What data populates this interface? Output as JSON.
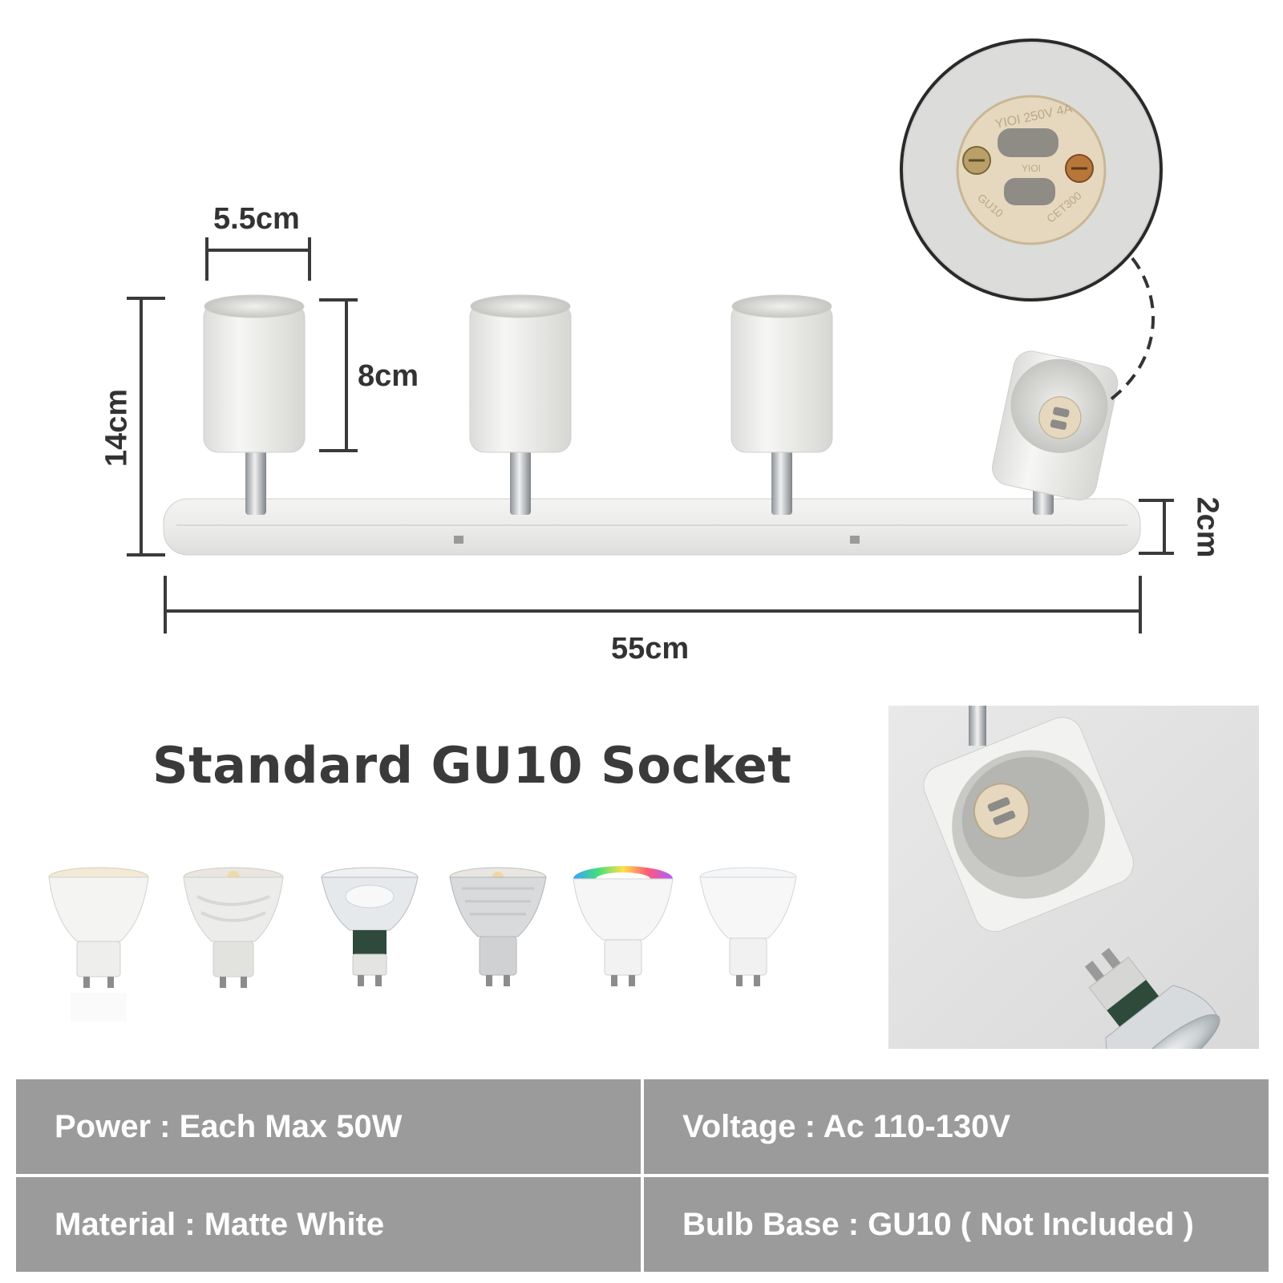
{
  "dimensions": {
    "cup_width": "5.5cm",
    "cup_height": "8cm",
    "total_height": "14cm",
    "base_height": "2cm",
    "total_length": "55cm"
  },
  "socket_markings": {
    "top": "YIOI 250V 4A",
    "middle": "YIOI",
    "bottom_left": "GU10",
    "bottom_right": "CET300"
  },
  "heading": "Standard GU10 Socket",
  "specs": [
    {
      "text": "Power : Each Max 50W"
    },
    {
      "text": "Voltage : Ac 110-130V"
    },
    {
      "text": "Material : Matte White"
    },
    {
      "text": "Bulb Base : GU10 ( Not Included )"
    }
  ],
  "bulbs": [
    {
      "name": "smd-led-bulb"
    },
    {
      "name": "cob-reflector-bulb"
    },
    {
      "name": "glass-halogen-bulb"
    },
    {
      "name": "silver-glass-bulb"
    },
    {
      "name": "rgb-smart-bulb"
    },
    {
      "name": "frosted-led-bulb"
    }
  ],
  "colors": {
    "fixture_white": "#ececea",
    "chrome": "#b8bcbf",
    "dimension_line": "#3a3a3a",
    "spec_background": "#9b9b9b",
    "ceramic_socket": "#e6d8bf"
  }
}
